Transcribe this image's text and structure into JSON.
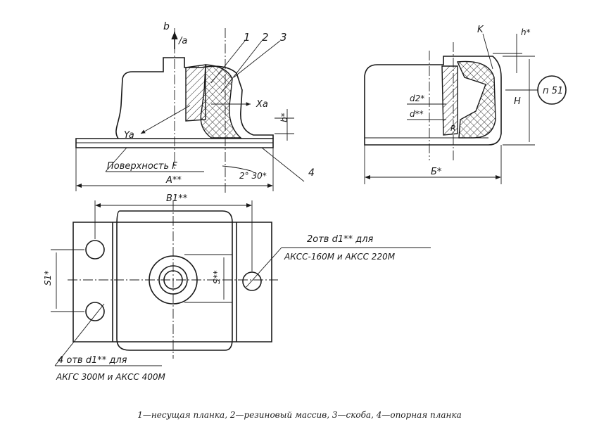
{
  "labels": {
    "axis_b": "b",
    "axis_la": "/a",
    "part1": "1",
    "part2": "2",
    "part3": "3",
    "part4": "4",
    "xa": "Xa",
    "ya": "Ya",
    "b_star": "b*",
    "surface": "Поверхность F",
    "a_dim": "A**",
    "angle": "2° 30*",
    "k": "K",
    "h_star": "h*",
    "d2": "d2*",
    "d_dd": "d**",
    "r": "R",
    "h_dim": "H",
    "b_dim": "Б*",
    "circ": "п 51",
    "b1": "B1**",
    "s1": "S1*",
    "s_dd": "S**",
    "holes2_line1": "2отв d1** для",
    "holes2_line2": "АКСС-160М и АКСС 220М",
    "holes4_line1": "4 отв d1** для",
    "holes4_line2": "АКГС 300М и АКСС 400М"
  },
  "caption": "1—несущая планка, 2—резиновый массив, 3—скоба, 4—опорная планка"
}
